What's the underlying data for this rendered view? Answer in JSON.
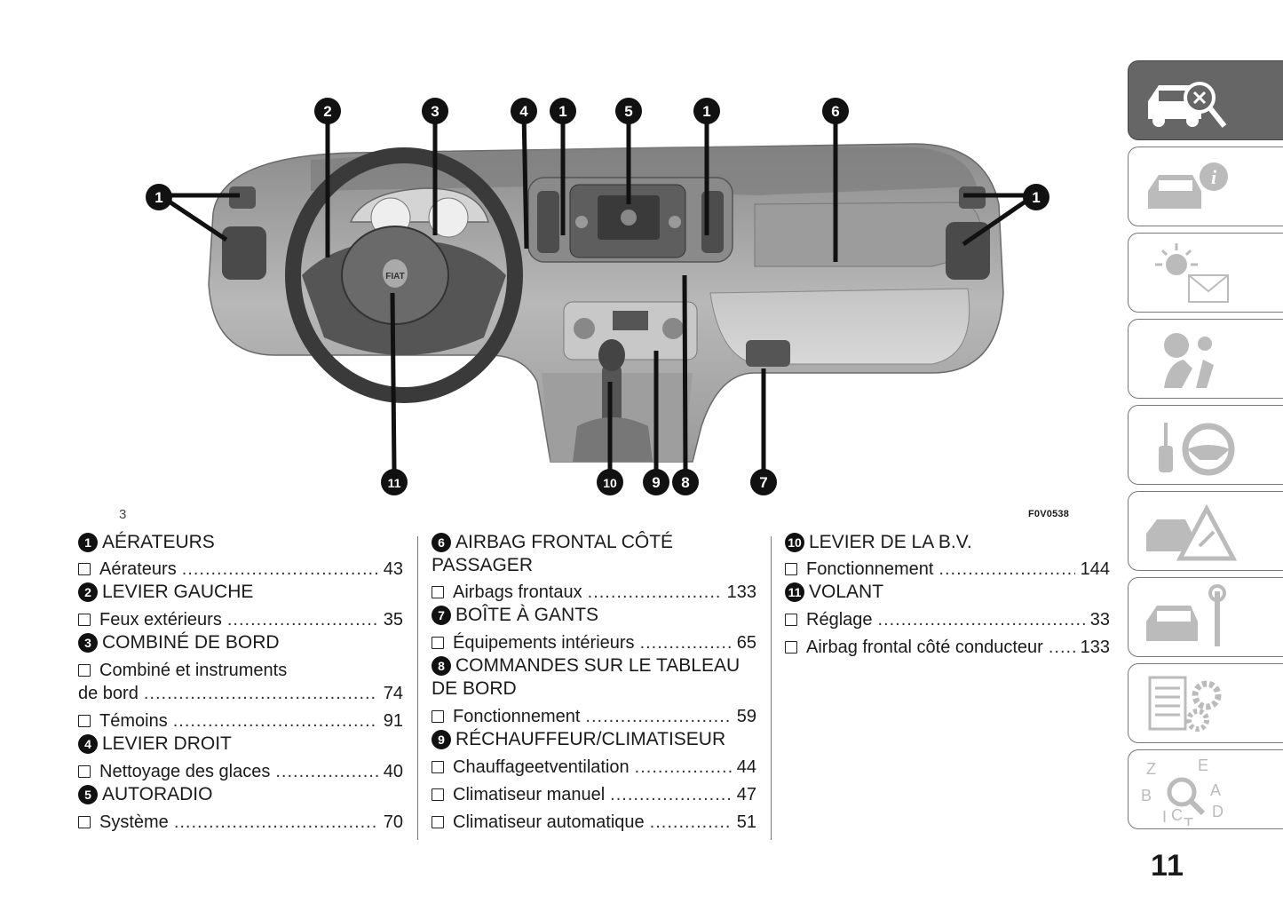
{
  "figure": {
    "code": "F0V0538",
    "side_number": "3",
    "callouts": [
      "2",
      "3",
      "4",
      "1",
      "5",
      "1",
      "6",
      "1",
      "1",
      "11",
      "10",
      "9",
      "8",
      "7"
    ],
    "logo_text": "FIAT"
  },
  "columns": [
    {
      "sections": [
        {
          "num": "1",
          "title": "AÉRATEURS",
          "items": [
            {
              "label": "Aérateurs",
              "page": "43"
            }
          ]
        },
        {
          "num": "2",
          "title": "LEVIER GAUCHE",
          "items": [
            {
              "label": "Feux extérieurs",
              "page": "35"
            }
          ]
        },
        {
          "num": "3",
          "title": "COMBINÉ DE BORD",
          "items": [
            {
              "label": "Combiné et instruments",
              "cont": "de bord",
              "page": "74"
            },
            {
              "label": "Témoins",
              "page": "91"
            }
          ]
        },
        {
          "num": "4",
          "title": "LEVIER DROIT",
          "items": [
            {
              "label": "Nettoyage des glaces",
              "page": "40"
            }
          ]
        },
        {
          "num": "5",
          "title": "AUTORADIO",
          "items": [
            {
              "label": "Système",
              "page": "70"
            }
          ]
        }
      ]
    },
    {
      "sections": [
        {
          "num": "6",
          "title": "AIRBAG FRONTAL CÔTÉ",
          "title2": "PASSAGER",
          "items": [
            {
              "label": "Airbags frontaux",
              "page": "133"
            }
          ]
        },
        {
          "num": "7",
          "title": "BOÎTE À GANTS",
          "items": [
            {
              "label": "Équipements intérieurs",
              "page": "65"
            }
          ]
        },
        {
          "num": "8",
          "title": "COMMANDES SUR LE TABLEAU",
          "title2": "DE BORD",
          "items": [
            {
              "label": "Fonctionnement",
              "page": "59"
            }
          ]
        },
        {
          "num": "9",
          "title": "RÉCHAUFFEUR/CLIMATISEUR",
          "items": [
            {
              "label": "Chauffageetventilation",
              "page": "44"
            },
            {
              "label": "Climatiseur manuel",
              "page": "47"
            },
            {
              "label": "Climatiseur automatique",
              "page": "51"
            }
          ]
        }
      ]
    },
    {
      "sections": [
        {
          "num": "10",
          "title": "LEVIER DE LA B.V.",
          "items": [
            {
              "label": "Fonctionnement",
              "page": "144"
            }
          ]
        },
        {
          "num": "11",
          "title": "VOLANT",
          "items": [
            {
              "label": "Réglage",
              "page": "33"
            },
            {
              "label": "Airbag frontal côté conducteur",
              "page": "133"
            }
          ]
        }
      ]
    }
  ],
  "sidebar": {
    "tabs": [
      {
        "name": "car-search-icon",
        "active": true
      },
      {
        "name": "car-info-icon",
        "active": false
      },
      {
        "name": "warning-lights-message-icon",
        "active": false
      },
      {
        "name": "airbag-safety-icon",
        "active": false
      },
      {
        "name": "key-steering-wheel-icon",
        "active": false
      },
      {
        "name": "car-emergency-triangle-icon",
        "active": false
      },
      {
        "name": "car-maintenance-wrench-icon",
        "active": false
      },
      {
        "name": "technical-data-gears-icon",
        "active": false
      },
      {
        "name": "alphabetical-index-icon",
        "active": false
      }
    ],
    "index_letters": [
      "Z",
      "E",
      "B",
      "A",
      "I",
      "C",
      "T",
      "D"
    ]
  },
  "page_number": "11",
  "colors": {
    "text": "#1a1a1a",
    "tab_active": "#666666",
    "tab_border": "#777777",
    "dash_fill": "#a9a9a9"
  }
}
